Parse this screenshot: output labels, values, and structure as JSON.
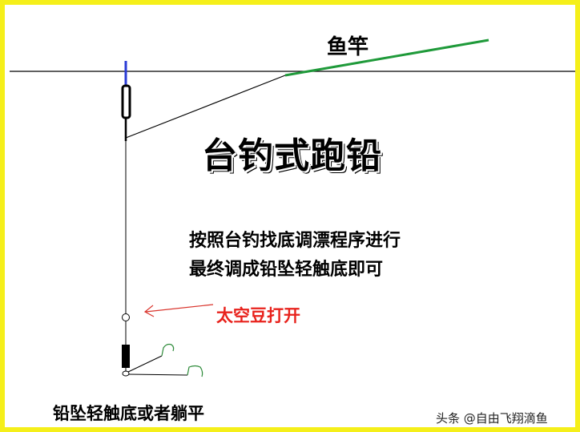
{
  "labels": {
    "rod": "鱼竿",
    "title": "台钓式跑铅",
    "desc_line1": "按照台钓找底调漂程序进行",
    "desc_line2": "最终调成铅坠轻触底即可",
    "space_bean": "太空豆打开",
    "sinker_state": "铅坠轻触底或者躺平"
  },
  "watermark": "头条 @自由飞翔滴鱼",
  "colors": {
    "border": "#f5ef1a",
    "rod": "#1f9a3a",
    "float_antenna": "#2a3bd6",
    "arrow": "#d9332b",
    "hook": "#2e8b3a",
    "line": "#000000"
  }
}
